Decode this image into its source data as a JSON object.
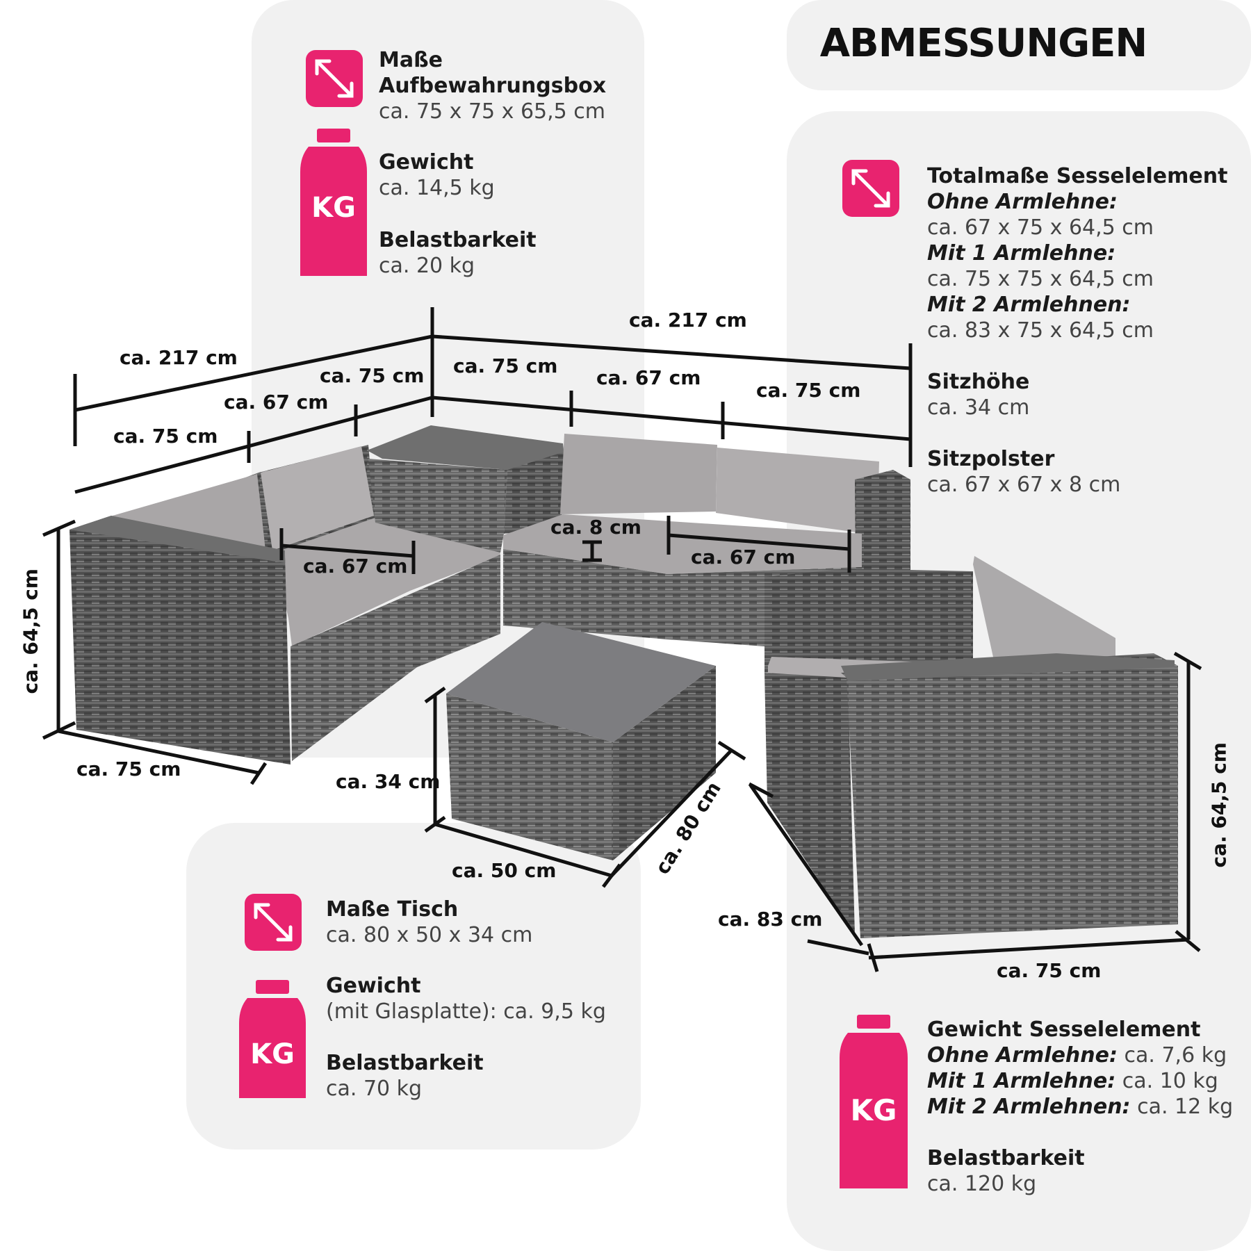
{
  "title": "ABMESSUNGEN",
  "colors": {
    "accent": "#e8236f",
    "panel": "#f1f1f1",
    "rattan": "#5e5e5e",
    "cushion": "#a8a5a6"
  },
  "storage_box": {
    "dim_heading1": "Maße",
    "dim_heading2": "Aufbewahrungsbox",
    "dim_value": "ca. 75 x 75 x 65,5 cm",
    "weight_heading": "Gewicht",
    "weight_value": "ca. 14,5 kg",
    "load_heading": "Belastbarkeit",
    "load_value": "ca. 20 kg",
    "kg_label": "KG"
  },
  "chair": {
    "dim_heading": "Totalmaße Sesselelement",
    "opt1_label": "Ohne Armlehne:",
    "opt1_value": "ca. 67 x 75 x 64,5 cm",
    "opt2_label": "Mit 1 Armlehne:",
    "opt2_value": "ca. 75 x 75 x 64,5 cm",
    "opt3_label": "Mit 2 Armlehnen:",
    "opt3_value": "ca. 83 x 75 x 64,5 cm",
    "seat_height_heading": "Sitzhöhe",
    "seat_height_value": "ca. 34 cm",
    "cushion_heading": "Sitzpolster",
    "cushion_value": "ca. 67 x 67 x 8 cm"
  },
  "table": {
    "dim_heading": "Maße Tisch",
    "dim_value": "ca. 80 x 50 x 34 cm",
    "weight_heading": "Gewicht",
    "weight_value": "(mit Glasplatte): ca. 9,5 kg",
    "load_heading": "Belastbarkeit",
    "load_value": "ca. 70 kg",
    "kg_label": "KG"
  },
  "chair_weight": {
    "heading": "Gewicht Sesselelement",
    "opt1_label": "Ohne Armlehne:",
    "opt1_value": " ca. 7,6 kg",
    "opt2_label": "Mit 1 Armlehne:",
    "opt2_value": " ca. 10 kg",
    "opt3_label": "Mit 2 Armlehnen:",
    "opt3_value": " ca. 12 kg",
    "load_heading": "Belastbarkeit",
    "load_value": "ca. 120 kg",
    "kg_label": "KG"
  },
  "dimensions": {
    "left_total": "ca. 217 cm",
    "right_total": "ca. 217 cm",
    "left_seg1": "ca. 75 cm",
    "left_seg2": "ca. 67 cm",
    "left_seg3": "ca. 75 cm",
    "right_seg1": "ca. 75 cm",
    "right_seg2": "ca. 67 cm",
    "right_seg3": "ca. 75 cm",
    "height_left": "ca. 64,5 cm",
    "depth_left": "ca. 75 cm",
    "cushion_left": "ca. 67 cm",
    "cushion_thickness": "ca. 8 cm",
    "cushion_right": "ca. 67 cm",
    "table_height": "ca. 34 cm",
    "table_width": "ca. 50 cm",
    "table_length": "ca. 80 cm",
    "chair_width": "ca. 83 cm",
    "chair_depth": "ca. 75 cm",
    "chair_height": "ca. 64,5 cm"
  }
}
